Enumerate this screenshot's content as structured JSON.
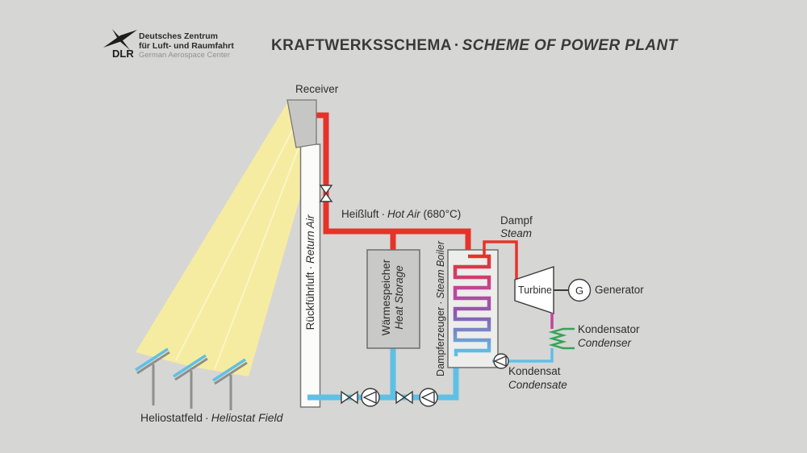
{
  "colors": {
    "background": "#d6d6d4",
    "hot_red": "#e63329",
    "cool_cyan": "#5fc0e6",
    "magenta": "#c0459c",
    "purple": "#8a5bb0",
    "green": "#33a457",
    "beam_yellow": "#f6eca1",
    "box_gray": "#c9cac8",
    "outline": "#6d6e6c",
    "text": "#2d2d2d",
    "logo_black": "#1d1d1b"
  },
  "header": {
    "logo_brand": "DLR",
    "logo_line1": "Deutsches Zentrum",
    "logo_line2": "für Luft- und Raumfahrt",
    "logo_line3": "German Aerospace Center",
    "title_de": "KRAFTWERKSSCHEMA",
    "separator": "·",
    "title_en": "SCHEME OF POWER PLANT"
  },
  "diagram": {
    "separator": "·",
    "receiver": "Receiver",
    "hot_air": {
      "de": "Heißluft",
      "en": "Hot Air",
      "temp": "(680°C)"
    },
    "return_air": {
      "de": "Rückführluft",
      "en": "Return Air"
    },
    "heat_storage": {
      "de": "Wärmespeicher",
      "en": "Heat Storage"
    },
    "steam_boiler": {
      "de": "Dampferzeuger",
      "en": "Steam Boiler"
    },
    "steam": {
      "de": "Dampf",
      "en": "Steam"
    },
    "turbine": "Turbine",
    "generator": {
      "symbol": "G",
      "label": "Generator"
    },
    "condenser": {
      "de": "Kondensator",
      "en": "Condenser"
    },
    "condensate": {
      "de": "Kondensat",
      "en": "Condensate"
    },
    "heliostat_field": {
      "de": "Heliostatfeld",
      "en": "Heliostat Field"
    }
  }
}
